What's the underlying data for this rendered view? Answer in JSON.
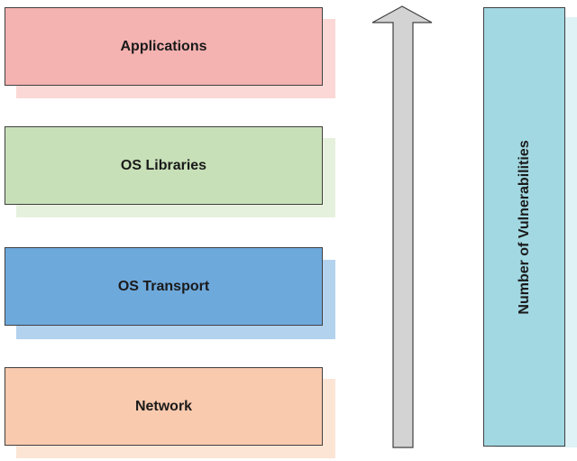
{
  "layers": [
    {
      "label": "Applications",
      "color": "#f4b2b0"
    },
    {
      "label": "OS Libraries",
      "color": "#c8e0b8"
    },
    {
      "label": "OS Transport",
      "color": "#6ea9dc"
    },
    {
      "label": "Network",
      "color": "#f9caae"
    }
  ],
  "arrow": {
    "direction": "up",
    "color": "#d3d3d3"
  },
  "vulnerability_bar": {
    "label": "Number of Vulnerabilities",
    "color": "#a2d8e2"
  }
}
